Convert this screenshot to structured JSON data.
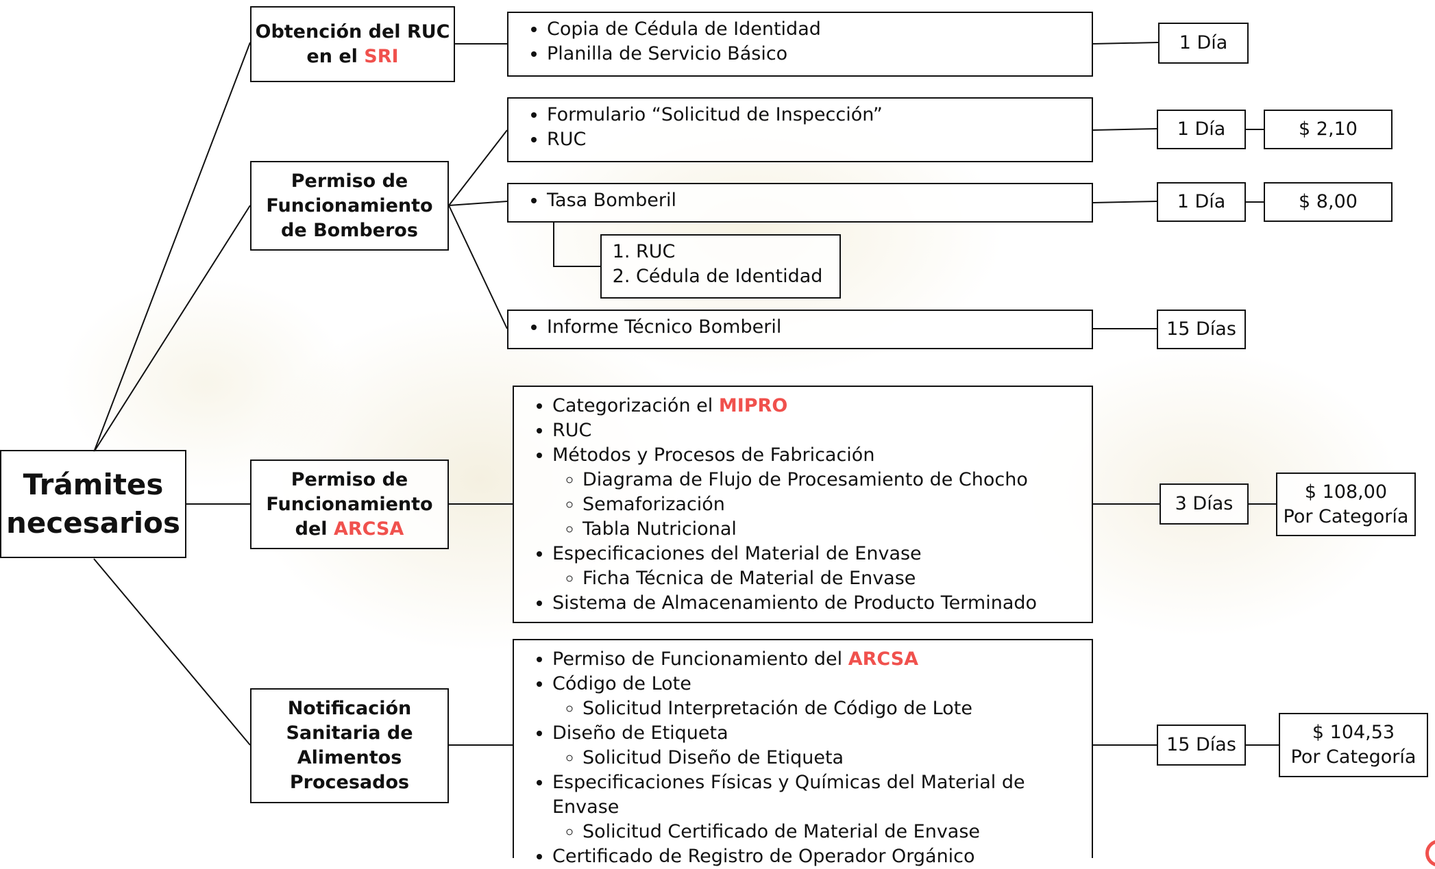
{
  "root": {
    "line1": "Trámites",
    "line2": "necesarios"
  },
  "sri": {
    "title_a": "Obtención del RUC",
    "title_b": "en el ",
    "title_red": "SRI",
    "items": [
      "Copia de Cédula de Identidad",
      "Planilla de Servicio Básico"
    ],
    "time": "1 Día"
  },
  "bomberos": {
    "title": [
      "Permiso de",
      "Funcionamiento",
      "de Bomberos"
    ],
    "group1": {
      "items": [
        "Formulario “Solicitud de Inspección”",
        "RUC"
      ],
      "time": "1 Día",
      "cost": "$ 2,10"
    },
    "group2": {
      "items": [
        "Tasa Bomberil"
      ],
      "time": "1 Día",
      "cost": "$ 8,00",
      "sub": [
        "RUC",
        "Cédula de Identidad"
      ]
    },
    "group3": {
      "items": [
        "Informe Técnico Bomberil"
      ],
      "time": "15 Días"
    }
  },
  "arcsa": {
    "title_a": "Permiso de",
    "title_b": "Funcionamiento",
    "title_c": "del ",
    "title_red": "ARCSA",
    "item1_text": "Categorización el ",
    "item1_red": "MIPRO",
    "item2": "RUC",
    "item3": "Métodos y Procesos de Fabricación",
    "item3_sub": [
      "Diagrama de Flujo de Procesamiento de Chocho",
      "Semaforización",
      "Tabla Nutricional"
    ],
    "item4": "Especificaciones del Material de Envase",
    "item4_sub": [
      "Ficha Técnica de Material de Envase"
    ],
    "item5": "Sistema de Almacenamiento de Producto Terminado",
    "time": "3 Días",
    "cost": "$ 108,00",
    "cost_note": "Por Categoría"
  },
  "notif": {
    "title": [
      "Notificación",
      "Sanitaria de",
      "Alimentos",
      "Procesados"
    ],
    "item1_text": "Permiso de Funcionamiento del ",
    "item1_red": "ARCSA",
    "item2": "Código de Lote",
    "item2_sub": [
      "Solicitud Interpretación de Código de Lote"
    ],
    "item3": "Diseño de Etiqueta",
    "item3_sub": [
      "Solicitud Diseño de Etiqueta"
    ],
    "item4": "Especificaciones Físicas y Químicas del Material de Envase",
    "item4_sub": [
      "Solicitud Certificado de Material de Envase"
    ],
    "item5": "Certificado de Registro de Operador Orgánico",
    "time": "15 Días",
    "cost": "$ 104,53",
    "cost_note": "Por Categoría"
  },
  "colors": {
    "accent_red": "#f0514d",
    "line": "#111111"
  }
}
